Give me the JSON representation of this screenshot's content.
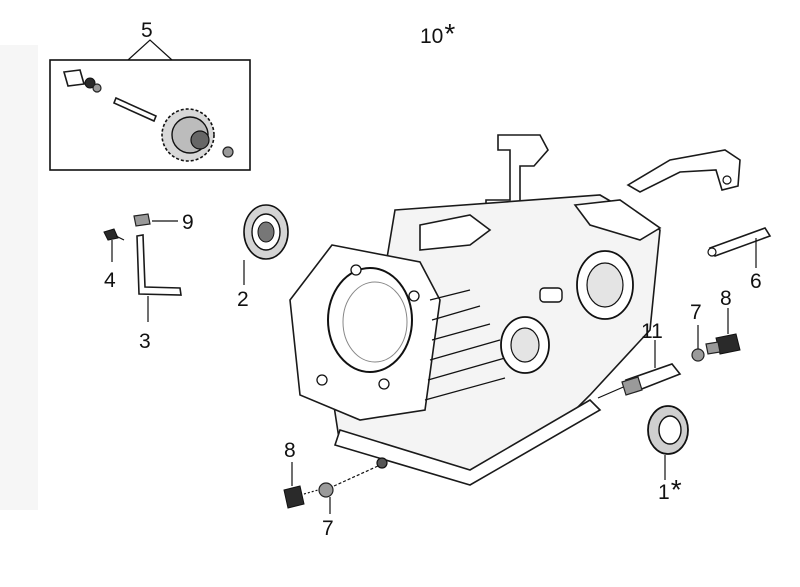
{
  "labels": {
    "oil_seal": "1",
    "oil_seal_mark": "*",
    "bearing": "2",
    "governor_arm_shaft": "3",
    "clip": "4",
    "governor_kit": "5",
    "governor_arm": "6",
    "washer_right": "7",
    "drain_bolt_right": "8",
    "washer_bottom": "7",
    "drain_bolt_bottom": "8",
    "pin": "9",
    "crankcase": "10",
    "crankcase_mark": "*",
    "dowel_pin": "11"
  },
  "colors": {
    "line": "#111111",
    "background": "#ffffff",
    "panel": "#f4f4f4"
  }
}
